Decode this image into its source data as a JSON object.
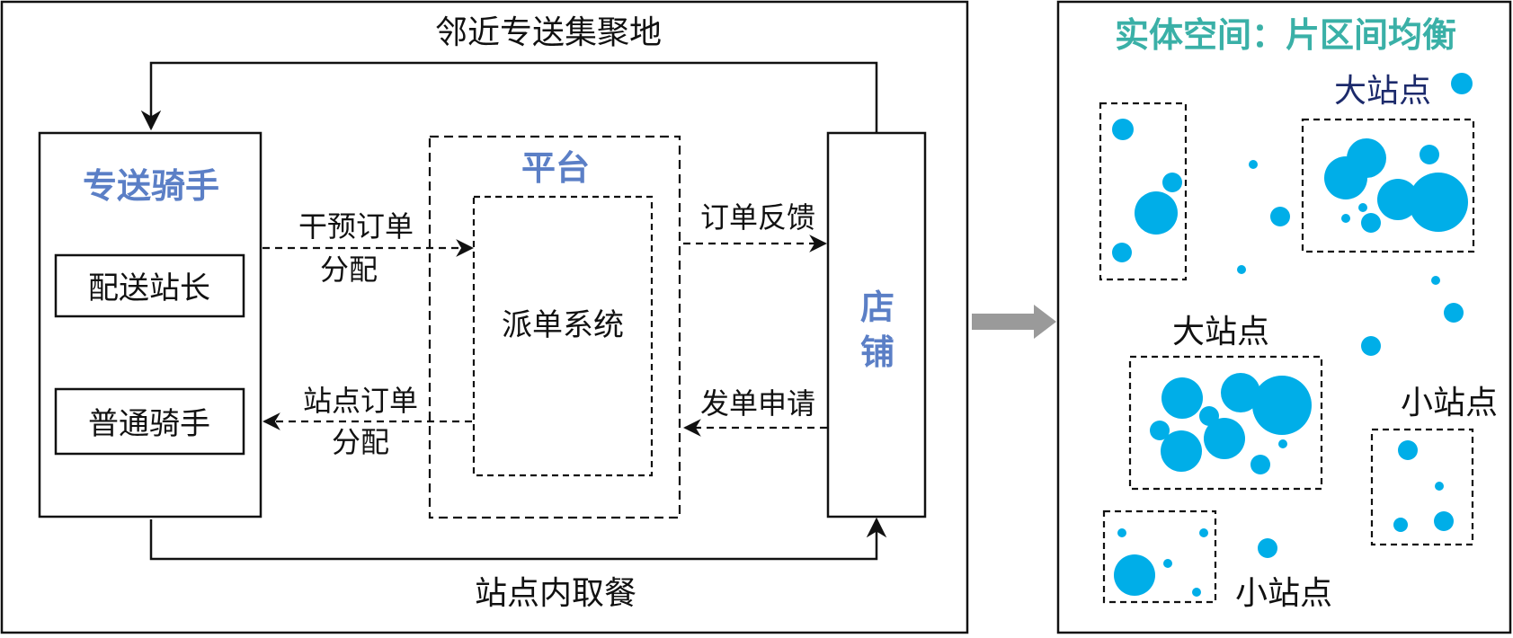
{
  "left_panel": {
    "top_loop_label": "邻近专送集聚地",
    "bottom_loop_label": "站点内取餐",
    "rider_box": {
      "title": "专送骑手",
      "roles": [
        "配送站长",
        "普通骑手"
      ]
    },
    "platform_box": {
      "title": "平台",
      "inner_label": "派单系统"
    },
    "store_box": {
      "title_line1": "店",
      "title_line2": "铺"
    },
    "arrows": {
      "intervene_line1": "干预订单",
      "intervene_line2": "分配",
      "station_line1": "站点订单",
      "station_line2": "分配",
      "feedback": "订单反馈",
      "request": "发单申请"
    }
  },
  "right_panel": {
    "title": "实体空间：片区间均衡",
    "labels": {
      "big_top": "大站点",
      "big_mid": "大站点",
      "small_right": "小站点",
      "small_bottom": "小站点"
    }
  },
  "colors": {
    "accent_blue": "#5b7fc6",
    "teal": "#3ab0a7",
    "dot": "#00aee8",
    "navy": "#1c2a6b",
    "arrow_gray": "#9a9a9a"
  }
}
